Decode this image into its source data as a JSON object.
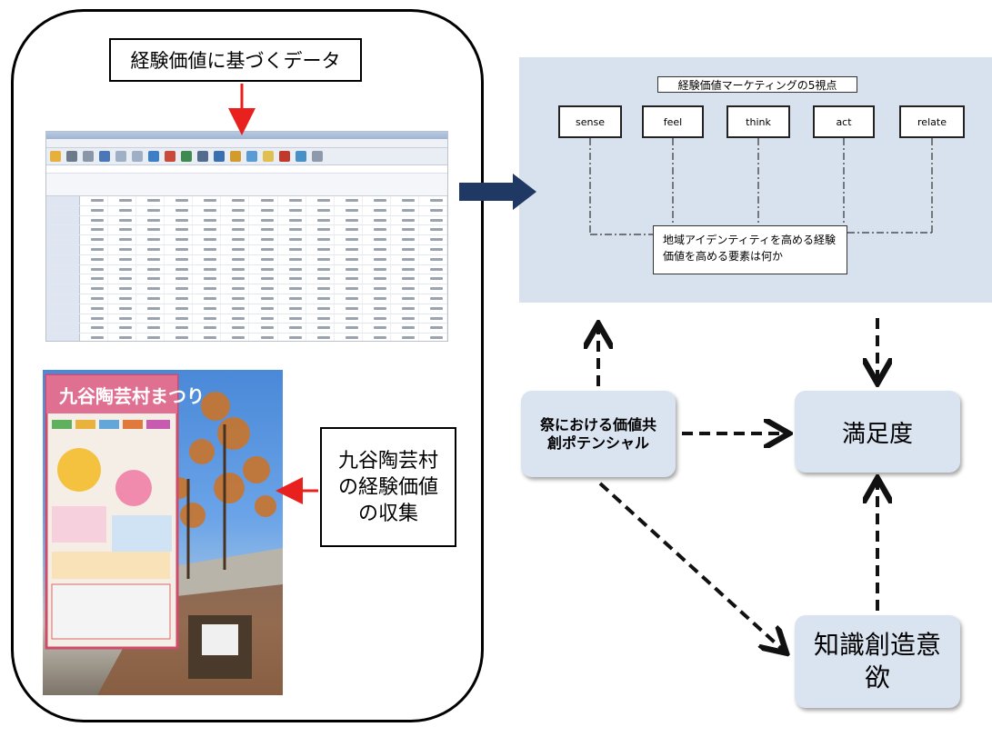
{
  "left_panel": {
    "data_title": "経験価値に基づくデータ",
    "collection_note": "九谷陶芸村の経験価値の収集",
    "photo_sign_text": "九谷陶芸村まつり"
  },
  "right_panel": {
    "framework_title": "経験価値マーケティングの5視点",
    "viewpoints": [
      "sense",
      "feel",
      "think",
      "act",
      "relate"
    ],
    "question": "地域アイデンティティを高める経験価値を高める要素は何か"
  },
  "nodes": {
    "co_creation": "祭における価値共創ポテンシャル",
    "satisfaction": "満足度",
    "knowledge": "知識創造意欲"
  },
  "colors": {
    "panel_bg": "#d8e2ee",
    "node_bg": "#dae3f0",
    "red_arrow": "#e8201e",
    "navy_arrow": "#1f3864"
  }
}
